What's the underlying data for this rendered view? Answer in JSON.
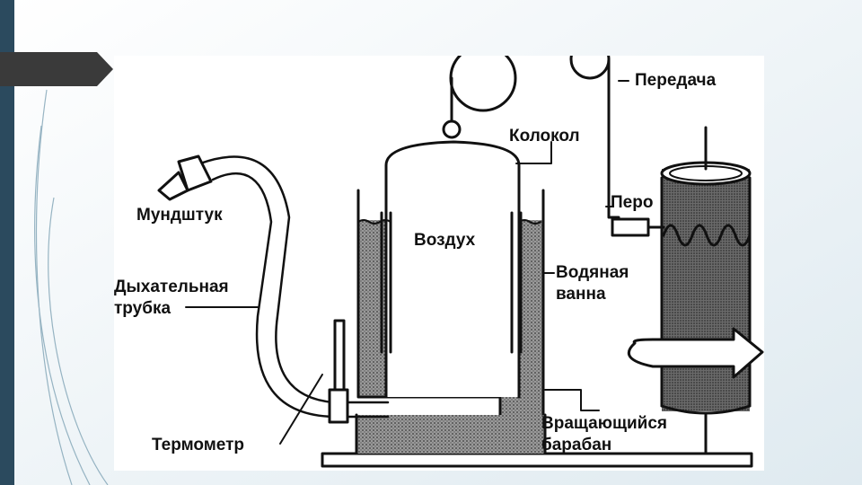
{
  "slide": {
    "accent_color": "#2b4a5e",
    "tab_color": "#3a3a3a"
  },
  "diagram": {
    "labels": {
      "transmission": "Передача",
      "bell": "Колокол",
      "mouthpiece": "Мундштук",
      "pen": "Перо",
      "air": "Воздух",
      "water_bath_1": "Водяная",
      "water_bath_2": "ванна",
      "breathing_tube_1": "Дыхательная",
      "breathing_tube_2": "трубка",
      "drum_1": "Вращающийся",
      "drum_2": "барабан",
      "thermometer": "Термометр"
    }
  }
}
